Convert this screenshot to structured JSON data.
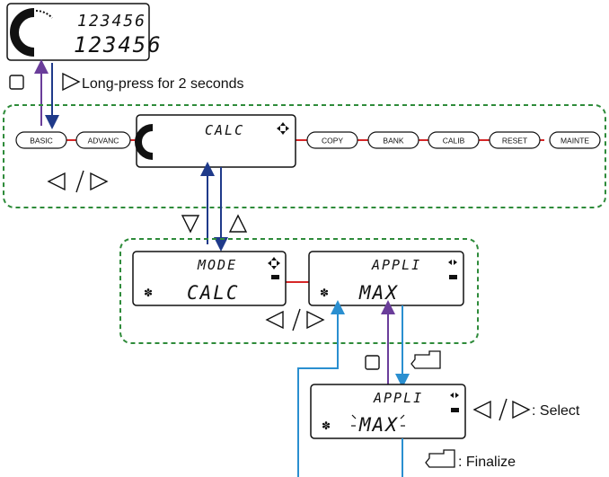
{
  "top_display": {
    "line1": "123456",
    "line2": "123456"
  },
  "long_press": {
    "text": "Long-press for 2 seconds"
  },
  "menu": {
    "items": [
      "BASIC",
      "ADVANC",
      "COPY",
      "BANK",
      "CALIB",
      "RESET",
      "MAINTE"
    ],
    "calc_display": {
      "title": "CALC"
    }
  },
  "mode_display": {
    "line1": "MODE",
    "line2": "CALC"
  },
  "appli_display": {
    "line1": "APPLI",
    "line2": "MAX"
  },
  "edit_display": {
    "line1": "APPLI",
    "line2": "MAX"
  },
  "captions": {
    "select": ": Select",
    "finalize": ": Finalize"
  },
  "colors": {
    "purple": "#6a3d9a",
    "navy": "#1f3a8a",
    "blue": "#2a8fd0",
    "red": "#d62728",
    "green": "#2e8b3a"
  }
}
